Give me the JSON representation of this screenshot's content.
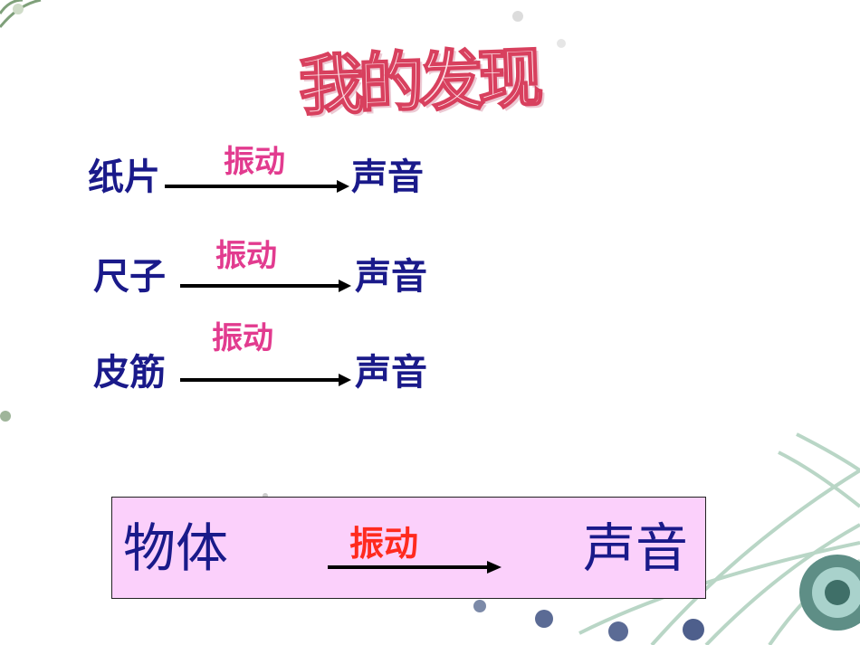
{
  "slide": {
    "title": "我的发现",
    "rows": [
      {
        "object": "纸片",
        "action": "振动",
        "result": "声音"
      },
      {
        "object": "尺子",
        "action": "振动",
        "result": "声音"
      },
      {
        "object": "皮筋",
        "action": "振动",
        "result": "声音"
      }
    ],
    "summary": {
      "object": "物体",
      "action": "振动",
      "result": "声音"
    }
  },
  "colors": {
    "object_text": "#1a1a8a",
    "action_text": "#e23b8f",
    "summary_action": "#ff2a1e",
    "summary_bg": "#fbd0fb",
    "title_fill": "#fde0e6",
    "title_outline": "#d8405e"
  }
}
